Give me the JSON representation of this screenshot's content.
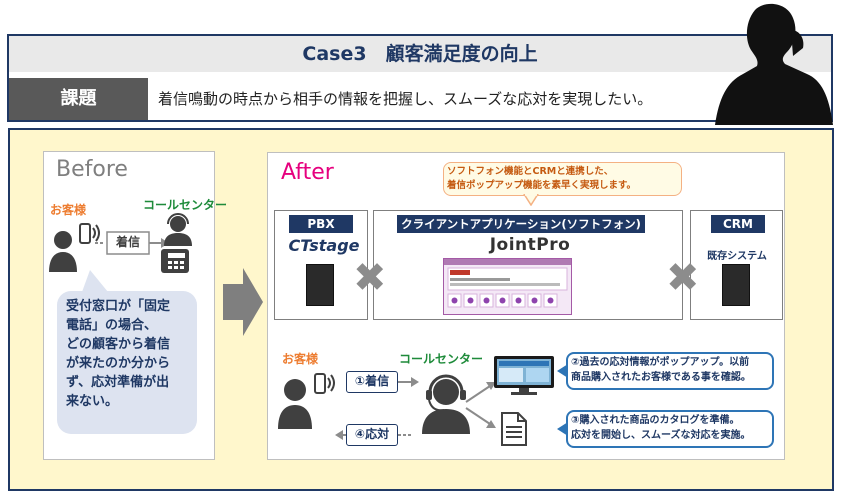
{
  "header": {
    "title": "Case3　顧客満足度の向上",
    "issue_label": "課題",
    "issue_text": "着信鳴動の時点から相手の情報を把握し、スムーズな応対を実現したい。"
  },
  "before": {
    "title": "Before",
    "customer_label": "お客様",
    "center_label": "コールセンター",
    "call_label": "着信",
    "callout_text": "受付窓口が「固定\n電話」の場合、\nどの顧客から着信\nが来たのか分から\nず、応対準備が出\n来ない。"
  },
  "after": {
    "title": "After",
    "top_note": "ソフトフォン機能とCRMと連携した、\n着信ポップアップ機能を素早く実現します。",
    "pbx_label": "PBX",
    "pbx_logo": "CTstage",
    "client_label": "クライアントアプリケーション(ソフトフォン)",
    "client_logo": "JointPro",
    "crm_label": "CRM",
    "crm_sub": "既存システム",
    "customer_label": "お客様",
    "center_label": "コールセンター",
    "step1": "①着信",
    "step4": "④応対",
    "note2": "②過去の応対情報がポップアップ。以前\n商品購入されたお客様である事を確認。",
    "note3": "③購入された商品のカタログを準備。\n応対を開始し、スムーズな対応を実施。"
  },
  "colors": {
    "navy": "#1f3864",
    "panel_bg": "#fff7cc",
    "orange": "#ed7d31",
    "green": "#1e8b3a",
    "magenta": "#e6007e",
    "blue_border": "#2e75b6"
  }
}
